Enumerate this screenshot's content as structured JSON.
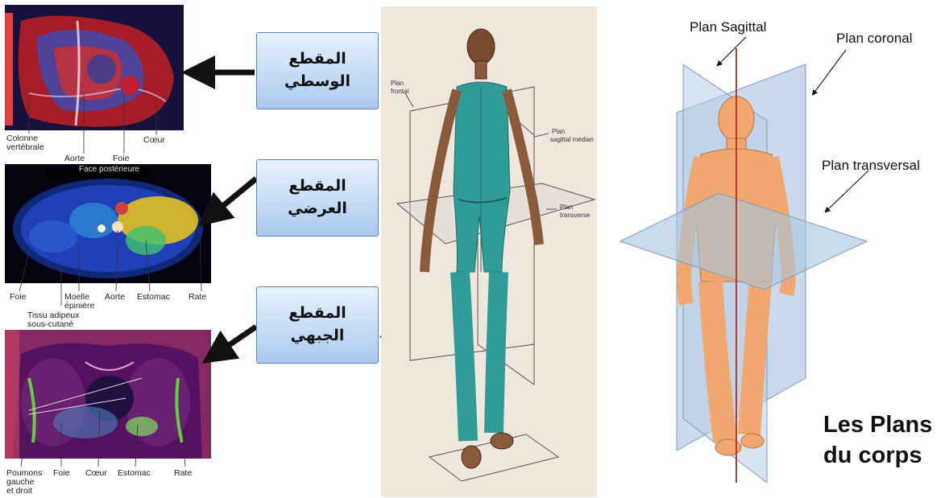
{
  "scans": {
    "sagittal": {
      "labels": [
        "Colonne",
        "vertébrale",
        "Aorte",
        "Foie",
        "Cœur"
      ]
    },
    "transverse": {
      "header": "Face postérieure",
      "labels": [
        "Foie",
        "Moelle",
        "épinière",
        "Aorte",
        "Estomac",
        "Rate",
        "Tissu adipeux",
        "sous-cutané"
      ]
    },
    "coronal": {
      "labels": [
        "Poumons",
        "gauche",
        "et droit",
        "Foie",
        "Cœur",
        "Estomac",
        "Rate"
      ]
    }
  },
  "boxes": [
    {
      "line1": "المقطع",
      "line2": "الوسطي"
    },
    {
      "line1": "المقطع",
      "line2": "العرضي"
    },
    {
      "line1": "المقطع",
      "line2": "الجبهي"
    }
  ],
  "model_labels": {
    "frontal": [
      "Plan",
      "frontal"
    ],
    "sagittal": [
      "Plan",
      "sagittal médian"
    ],
    "transverse": [
      "Plan",
      "transverse"
    ]
  },
  "right_figure": {
    "sagittal": "Plan Sagittal",
    "coronal": "Plan coronal",
    "transversal": "Plan transversal",
    "title_line1": "Les Plans",
    "title_line2": "du corps"
  },
  "colors": {
    "box_border": "#5a86c4",
    "box_fill": "#c6dcf5",
    "plane_blue": "#9fb9dc",
    "sagittal_line": "#c0392b",
    "body_skin": "#f0a870",
    "model_body": "#2f9c9a"
  }
}
